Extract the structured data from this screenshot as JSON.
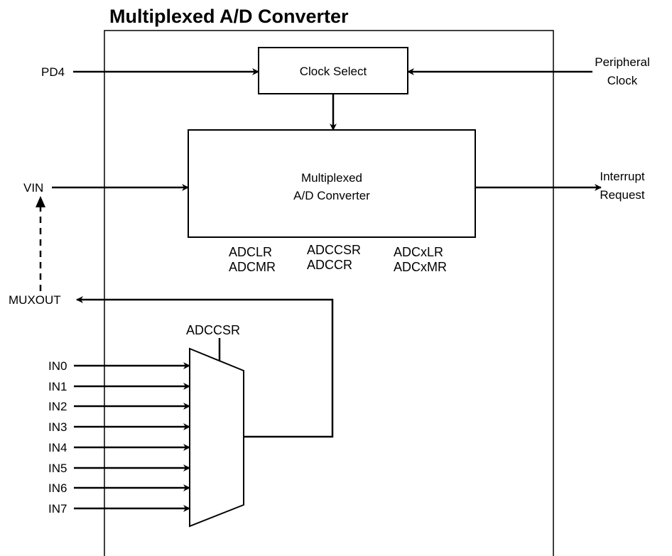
{
  "title": "Multiplexed A/D Converter",
  "blocks": {
    "clock_select": "Clock Select",
    "adc_line1": "Multiplexed",
    "adc_line2": "A/D Converter"
  },
  "signals": {
    "pd4": "PD4",
    "peripheral_clock_line1": "Peripheral",
    "peripheral_clock_line2": "Clock",
    "vin": "VIN",
    "interrupt_line1": "Interrupt",
    "interrupt_line2": "Request",
    "muxout": "MUXOUT",
    "mux_control": "ADCCSR"
  },
  "registers": {
    "col1": [
      "ADCLR",
      "ADCMR"
    ],
    "col2": [
      "ADCCSR",
      "ADCCR"
    ],
    "col3": [
      "ADCxLR",
      "ADCxMR"
    ]
  },
  "inputs": [
    "IN0",
    "IN1",
    "IN2",
    "IN3",
    "IN4",
    "IN5",
    "IN6",
    "IN7"
  ],
  "colors": {
    "stroke": "#000000",
    "background": "#ffffff"
  }
}
